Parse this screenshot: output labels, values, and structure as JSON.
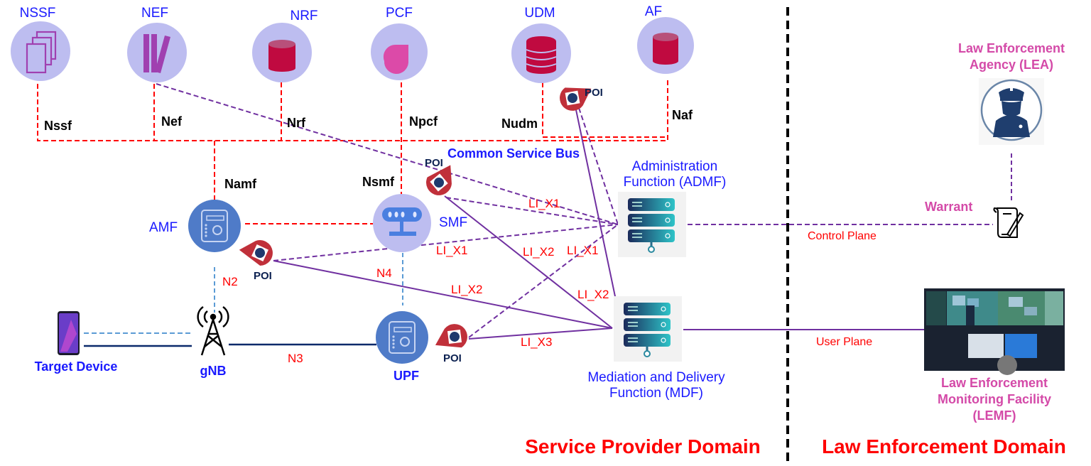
{
  "diagram": {
    "title": "5G Lawful Interception Architecture",
    "network_functions": {
      "nssf": {
        "label": "NSSF",
        "interface": "Nssf",
        "icon": "documents-icon"
      },
      "nef": {
        "label": "NEF",
        "interface": "Nef",
        "icon": "books-icon"
      },
      "nrf": {
        "label": "NRF",
        "interface": "Nrf",
        "icon": "cylinder-icon"
      },
      "pcf": {
        "label": "PCF",
        "interface": "Npcf",
        "icon": "drop-icon"
      },
      "udm": {
        "label": "UDM",
        "interface": "Nudm",
        "icon": "database-icon"
      },
      "af": {
        "label": "AF",
        "interface": "Naf",
        "icon": "cylinder-icon"
      },
      "amf": {
        "label": "AMF",
        "interface": "Namf",
        "icon": "appliance-icon"
      },
      "smf": {
        "label": "SMF",
        "interface": "Nsmf",
        "icon": "router-icon"
      },
      "upf": {
        "label": "UPF",
        "icon": "appliance-icon"
      }
    },
    "common_service_bus": "Common Service Bus",
    "ran": {
      "target_device": "Target Device",
      "gnb": "gNB"
    },
    "reference_points": {
      "n2": "N2",
      "n3": "N3",
      "n4": "N4"
    },
    "poi_label": "POI",
    "li_interfaces": {
      "x1": "LI_X1",
      "x2": "LI_X2",
      "x3": "LI_X3"
    },
    "admf": {
      "line1": "Administration",
      "line2": "Function (ADMF)"
    },
    "mdf": {
      "line1": "Mediation and Delivery",
      "line2": "Function (MDF)"
    },
    "lea": {
      "line1": "Law Enforcement",
      "line2": "Agency (LEA)"
    },
    "warrant": "Warrant",
    "control_plane": "Control Plane",
    "user_plane": "User Plane",
    "lemf": {
      "line1": "Law Enforcement",
      "line2": "Monitoring Facility",
      "line3": "(LEMF)"
    },
    "domains": {
      "service_provider": "Service Provider Domain",
      "law_enforcement": "Law Enforcement Domain"
    },
    "colors": {
      "nf_circle": "#bdbdf0",
      "nf_dark_circle": "#4f7bc8",
      "sbi_line": "#ff0000",
      "li_line": "#7030a0",
      "ran_line": "#0b2a6b",
      "ran_dashed": "#5b9bd5",
      "poi_marker": "#c0303a",
      "label_blue": "#1a1aff",
      "label_pink": "#d44aa8",
      "domain_red": "#ff0000"
    }
  }
}
